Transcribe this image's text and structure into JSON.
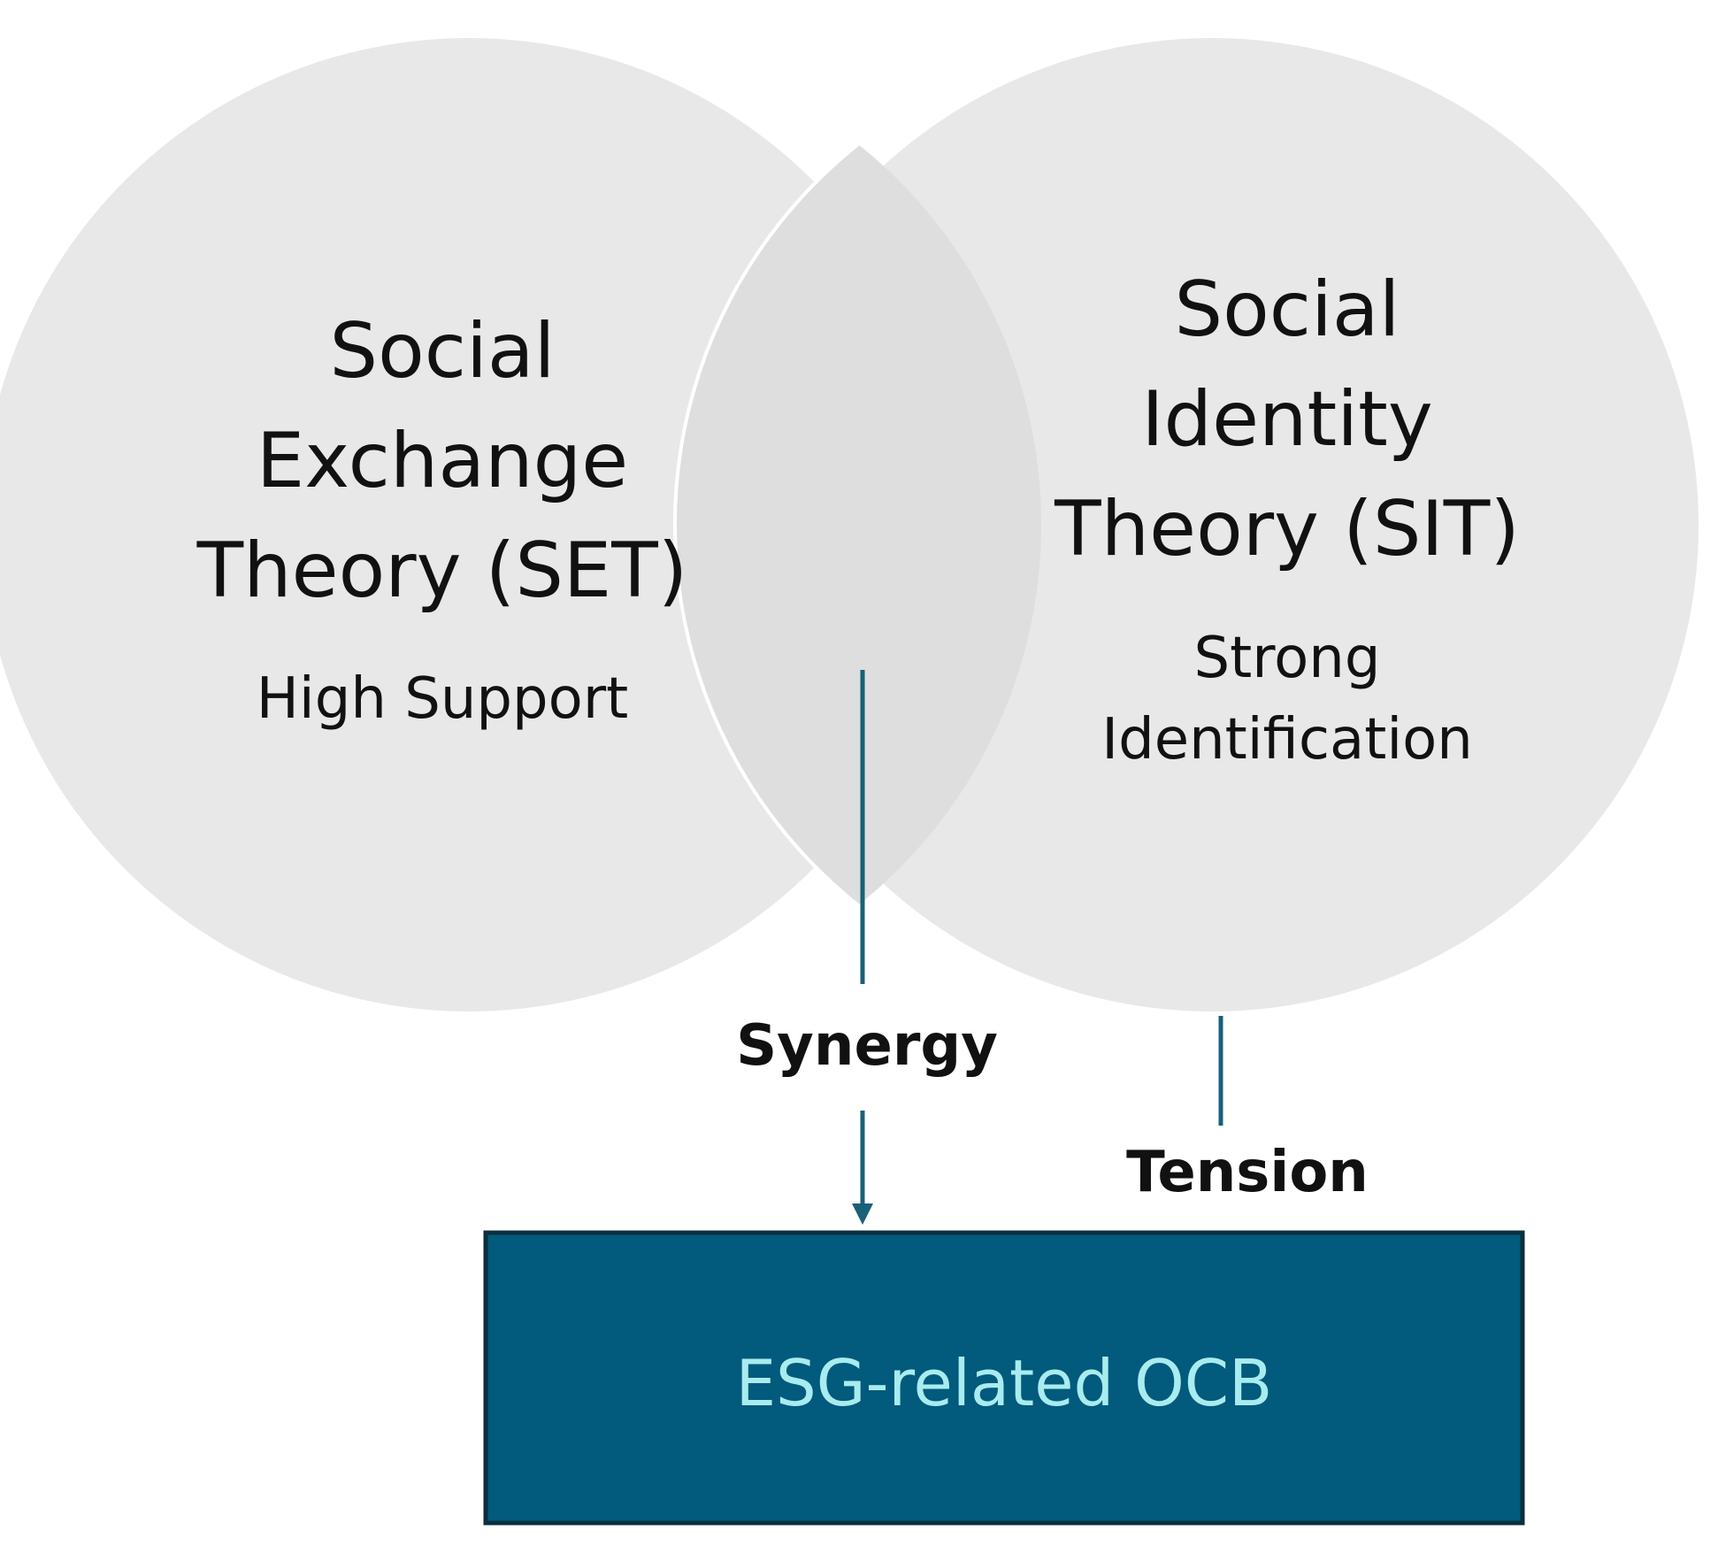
{
  "diagram": {
    "set": {
      "title": "Social\nExchange\nTheory (SET)",
      "subtitle": "High Support"
    },
    "sit": {
      "title": "Social\nIdentity\nTheory (SIT)",
      "subtitle": "Strong\nIdentification"
    },
    "synergy_label": "Synergy",
    "tension_label": "Tension",
    "outcome_label": "ESG-related OCB"
  },
  "colors": {
    "circle_fill": "#e8e8e8",
    "circle_overlap": "#dedede",
    "circle_outline": "#ffffff",
    "connector": "#1a6079",
    "outcome_fill": "#025a7c",
    "outcome_border": "#0a2f3d",
    "outcome_text": "#a9ecef"
  }
}
